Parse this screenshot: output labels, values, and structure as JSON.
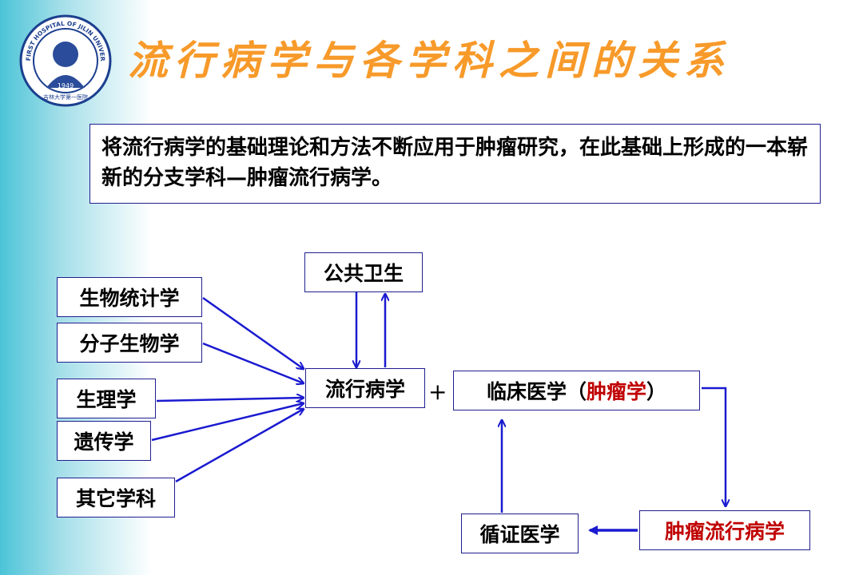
{
  "title": "流行病学与各学科之间的关系",
  "logo": {
    "top_text": "THE FIRST HOSPITAL OF JILIN UNIVERSITY",
    "bottom_text": "吉林大学第一医院",
    "year": "1949"
  },
  "intro_text": "将流行病学的基础理论和方法不断应用于肿瘤研究，在此基础上形成的一本崭新的分支学科—肿瘤流行病学。",
  "boxes": {
    "public_health": "公共卫生",
    "biostatistics": "生物统计学",
    "molecular_biology": "分子生物学",
    "physiology": "生理学",
    "genetics": "遗传学",
    "other_disciplines": "其它学科",
    "epidemiology": "流行病学",
    "plus": "+",
    "clinical_prefix": "临床医学（",
    "clinical_oncology": "肿瘤学",
    "clinical_suffix": "）",
    "evidence_based": "循证医学",
    "tumor_epidemiology": "肿瘤流行病学"
  },
  "colors": {
    "title": "#f79a2a",
    "arrow": "#1a1ad0",
    "border": "#1f1f8f",
    "highlight": "#c00000"
  }
}
